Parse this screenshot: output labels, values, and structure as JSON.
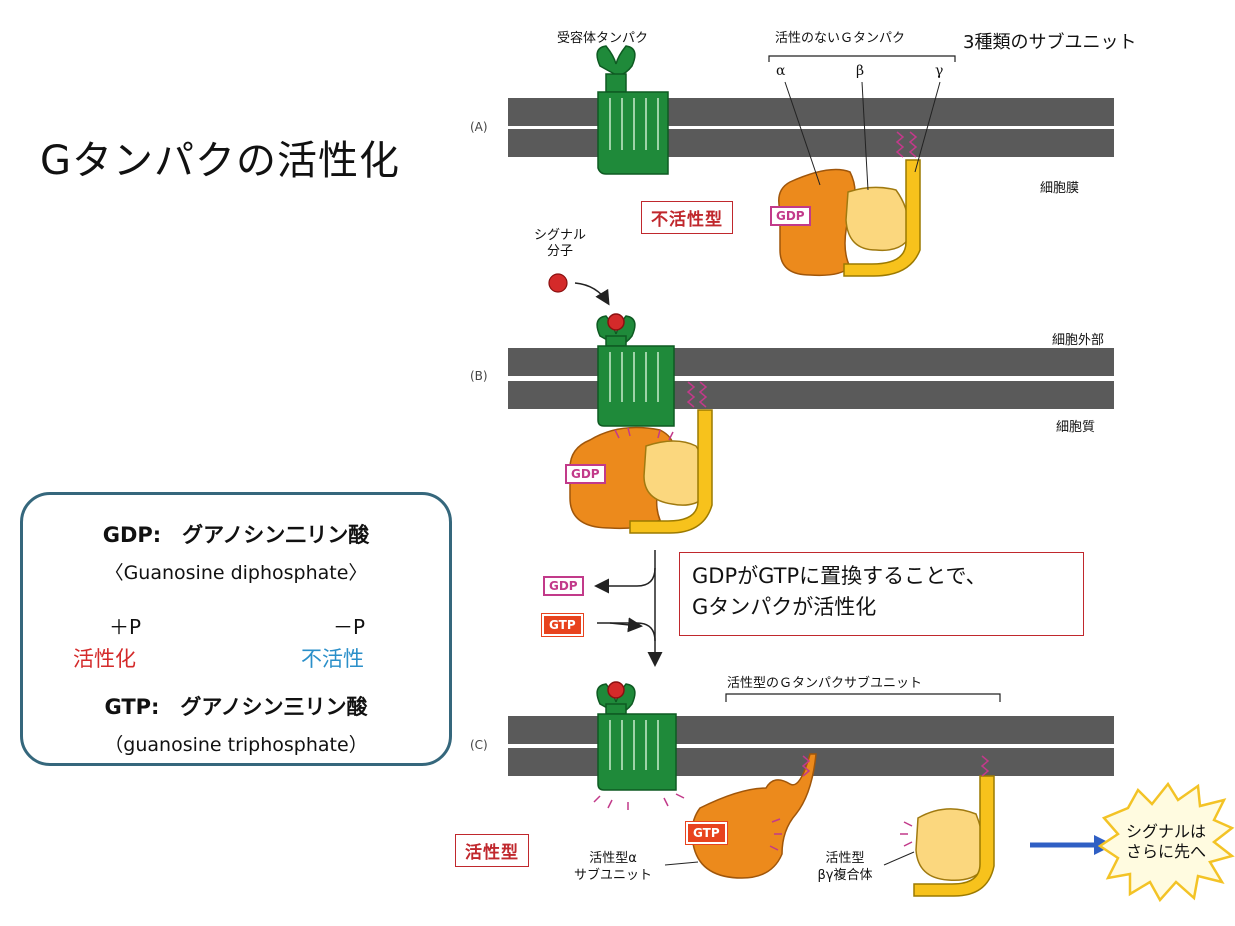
{
  "title": "Gタンパクの活性化",
  "labels": {
    "receptor": "受容体タンパク",
    "inactive_g": "活性のないＧタンパク",
    "three_subunits": "3種類のサブユニット",
    "alpha": "α",
    "beta": "β",
    "gamma": "γ",
    "membrane": "細胞膜",
    "signal_molecule": "シグナル\n分子",
    "extracellular": "細胞外部",
    "cytoplasm": "細胞質",
    "active_subunits": "活性型のＧタンパクサブユニット",
    "active_alpha": "活性型α\nサブユニット",
    "active_bg": "活性型\nβγ複合体"
  },
  "panels": {
    "a": "(A)",
    "b": "(B)",
    "c": "(C)"
  },
  "badges": {
    "inactive_form": "不活性型",
    "active_form": "活性型",
    "gdp": "GDP",
    "gtp": "GTP"
  },
  "callout": {
    "line1": "GDPがGTPに置換することで、",
    "line2": "Gタンパクが活性化"
  },
  "signal_burst": {
    "line1": "シグナルは",
    "line2": "さらに先へ"
  },
  "infobox": {
    "gdp_line": "GDP:　グアノシン二リン酸",
    "gdp_en": "〈Guanosine diphosphate〉",
    "plus_p": "＋P",
    "activation": "活性化",
    "minus_p": "－P",
    "inactivation": "不活性",
    "gtp_line": "GTP:　グアノシン三リン酸",
    "gtp_en": "（guanosine triphosphate）"
  },
  "colors": {
    "receptor": "#1f8a3a",
    "membrane": "#5a5a5a",
    "alpha_subunit": "#ec8a1c",
    "beta_subunit": "#fbd77e",
    "gamma_subunit": "#f7c21c",
    "accent_red": "#d42a2a",
    "accent_blue": "#2a8fc9",
    "box_border": "#35677c"
  }
}
